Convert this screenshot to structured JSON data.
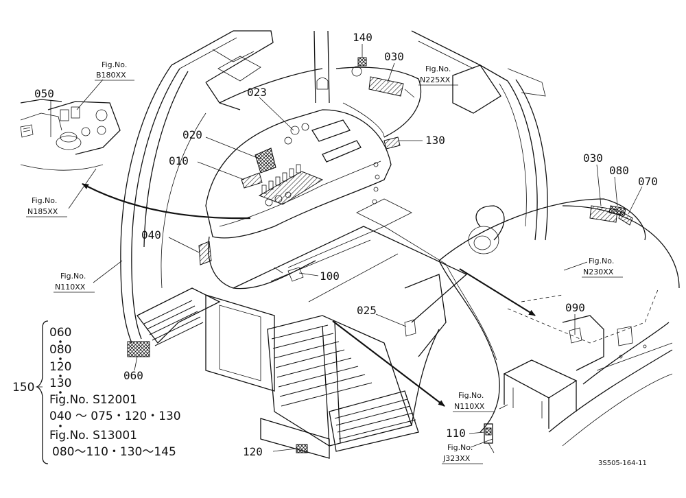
{
  "callouts": [
    {
      "id": "c140",
      "text": "140"
    },
    {
      "id": "c030a",
      "text": "030"
    },
    {
      "id": "c023",
      "text": "023"
    },
    {
      "id": "c050",
      "text": "050"
    },
    {
      "id": "c020",
      "text": "020"
    },
    {
      "id": "c010",
      "text": "010"
    },
    {
      "id": "c130",
      "text": "130"
    },
    {
      "id": "c030b",
      "text": "030"
    },
    {
      "id": "c080",
      "text": "080"
    },
    {
      "id": "c070",
      "text": "070"
    },
    {
      "id": "c040",
      "text": "040"
    },
    {
      "id": "c100",
      "text": "100"
    },
    {
      "id": "c090",
      "text": "090"
    },
    {
      "id": "c025",
      "text": "025"
    },
    {
      "id": "c060",
      "text": "060"
    },
    {
      "id": "c110",
      "text": "110"
    },
    {
      "id": "c120",
      "text": "120"
    }
  ],
  "fig_refs": [
    {
      "id": "f180",
      "line1": "Fig.No.",
      "line2": "B180XX"
    },
    {
      "id": "f225",
      "line1": "Fig.No.",
      "line2": "N225XX"
    },
    {
      "id": "f185",
      "line1": "Fig.No.",
      "line2": "N185XX"
    },
    {
      "id": "f110a",
      "line1": "Fig.No.",
      "line2": "N110XX"
    },
    {
      "id": "f230",
      "line1": "Fig.No.",
      "line2": "N230XX"
    },
    {
      "id": "f110b",
      "line1": "Fig.No.",
      "line2": "N110XX"
    },
    {
      "id": "f323",
      "line1": "Fig.No.",
      "line2": "J323XX"
    }
  ],
  "kit": {
    "number": "150",
    "items": [
      "060",
      "080",
      "120",
      "130"
    ],
    "ref1_title": "Fig.No. S12001",
    "ref1_items": "040 ～ 075・120・130",
    "ref2_title": "Fig.No. S13001",
    "ref2_items": "080～110・130～145"
  },
  "drawing_code": "3S505-164-11"
}
